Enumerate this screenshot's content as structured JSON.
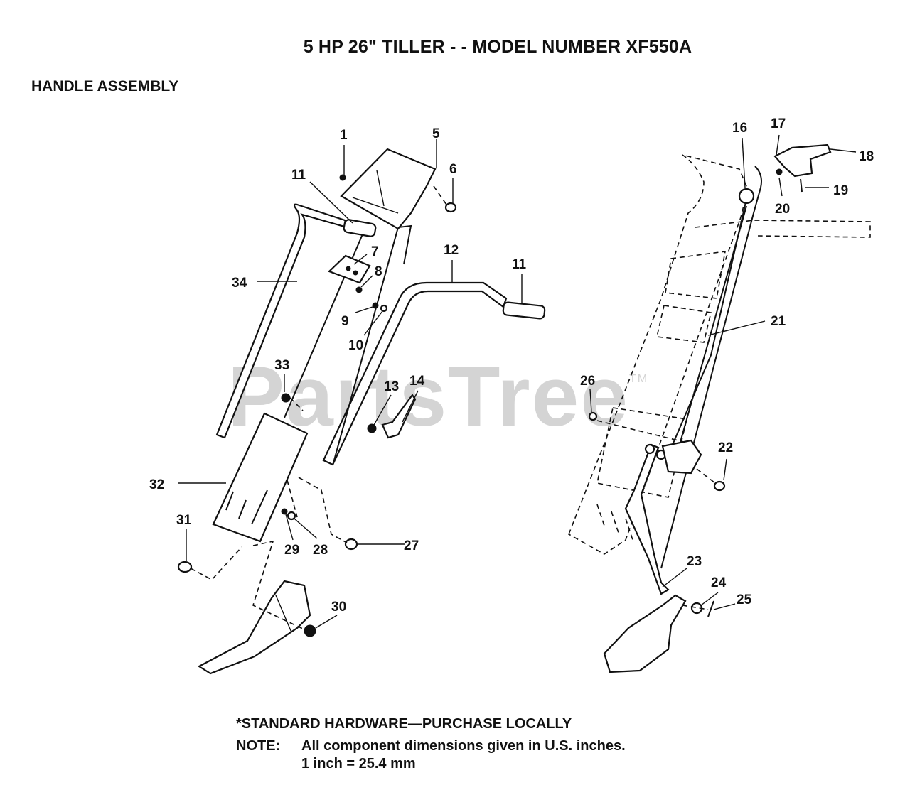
{
  "title": "5 HP  26\" TILLER - - MODEL NUMBER XF550A",
  "section": "HANDLE ASSEMBLY",
  "watermark": "PartsTree",
  "watermark_tm": "TM",
  "callouts": {
    "c1": "1",
    "c5": "5",
    "c6": "6",
    "c7": "7",
    "c8": "8",
    "c9": "9",
    "c10": "10",
    "c11a": "11",
    "c11b": "11",
    "c12": "12",
    "c13": "13",
    "c14": "14",
    "c16": "16",
    "c17": "17",
    "c18": "18",
    "c19": "19",
    "c20": "20",
    "c21": "21",
    "c22": "22",
    "c23": "23",
    "c24": "24",
    "c25": "25",
    "c26": "26",
    "c27": "27",
    "c28": "28",
    "c29": "29",
    "c30": "30",
    "c31": "31",
    "c32": "32",
    "c33": "33",
    "c34": "34"
  },
  "notes": {
    "standard": "*STANDARD HARDWARE—PURCHASE LOCALLY",
    "note_label": "NOTE:",
    "note_text": "All component dimensions given in U.S. inches.",
    "conversion": "1 inch = 25.4 mm"
  }
}
